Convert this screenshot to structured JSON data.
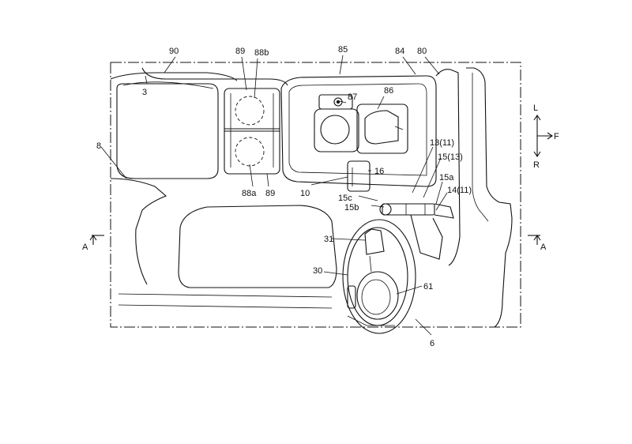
{
  "labels": {
    "n90": "90",
    "n89_top": "89",
    "n88b": "88b",
    "n85": "85",
    "n84": "84",
    "n80": "80",
    "n3": "3",
    "n87": "87",
    "n86": "86",
    "n8": "8",
    "n13_11": "13(11)",
    "n15_13": "15(13)",
    "n16": "16",
    "n15a": "15a",
    "n14_11": "14(11)",
    "n88a": "88a",
    "n89_bottom": "89",
    "n10": "10",
    "n15c": "15c",
    "n15b": "15b",
    "n31": "31",
    "n30": "30",
    "n61": "61",
    "n6": "6",
    "sec_left": "A",
    "sec_right": "A"
  },
  "compass": {
    "left": "L",
    "forward": "F",
    "right": "R"
  }
}
